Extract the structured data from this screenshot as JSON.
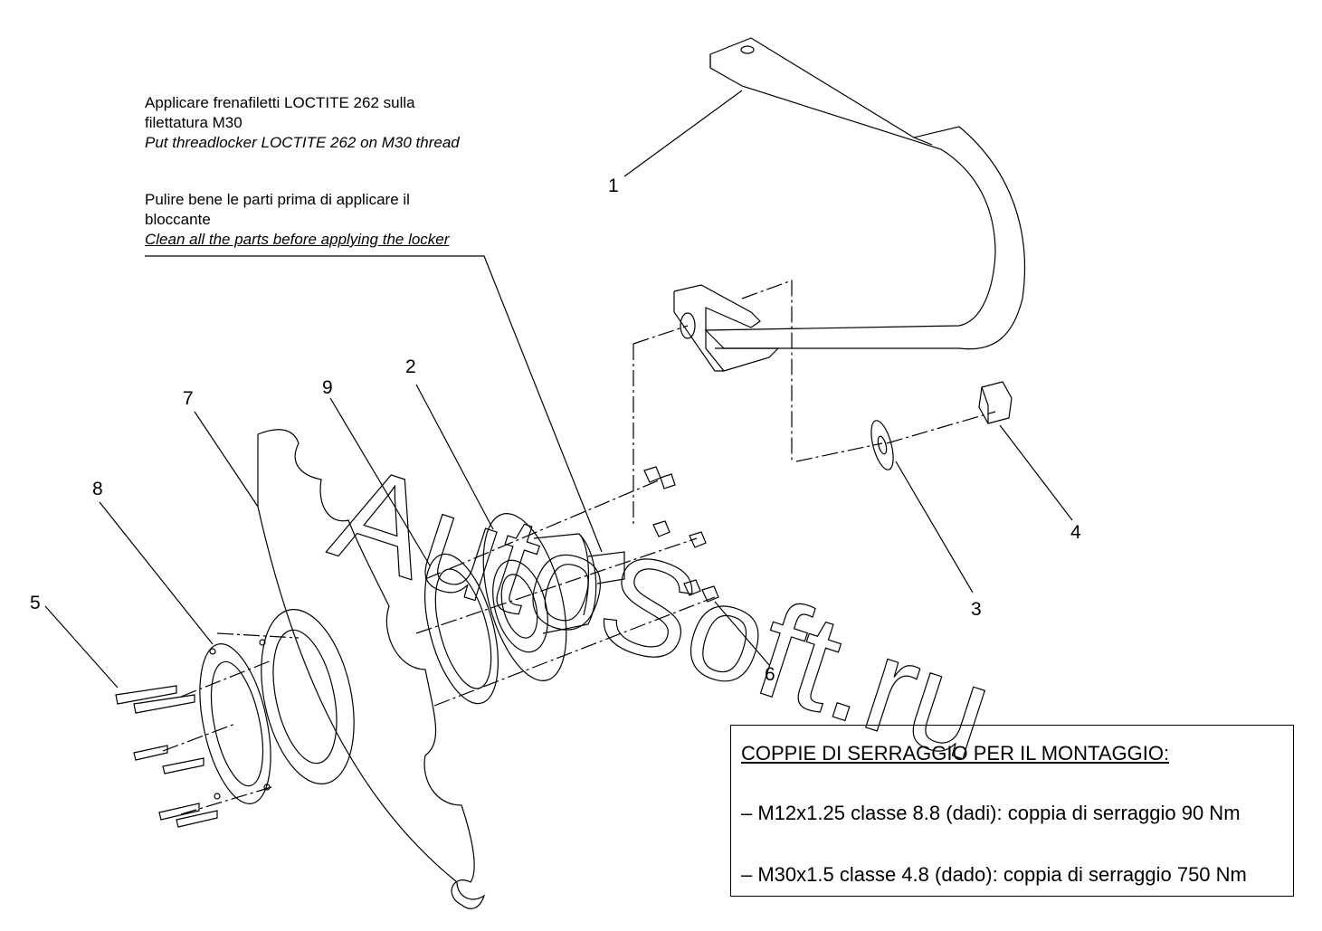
{
  "notes": [
    {
      "it_line1": "Applicare frenafiletti LOCTITE 262 sulla",
      "it_line2": "filettatura M30",
      "en": "Put threadlocker LOCTITE 262 on M30 thread"
    },
    {
      "it_line1": "Pulire bene le parti prima di applicare il",
      "it_line2": "bloccante",
      "en": "Clean all the parts before applying the locker"
    }
  ],
  "callouts": [
    "1",
    "2",
    "3",
    "4",
    "5",
    "6",
    "7",
    "8",
    "9"
  ],
  "watermark": "AutoSoft.ru",
  "torque_table": {
    "title": "COPPIE DI SERRAGGIO PER IL MONTAGGIO:",
    "lines": [
      "–  M12x1.25 classe 8.8 (dadi): coppia di serraggio 90 Nm",
      "–  M30x1.5 classe 4.8 (dado): coppia di serraggio 750 Nm"
    ]
  }
}
